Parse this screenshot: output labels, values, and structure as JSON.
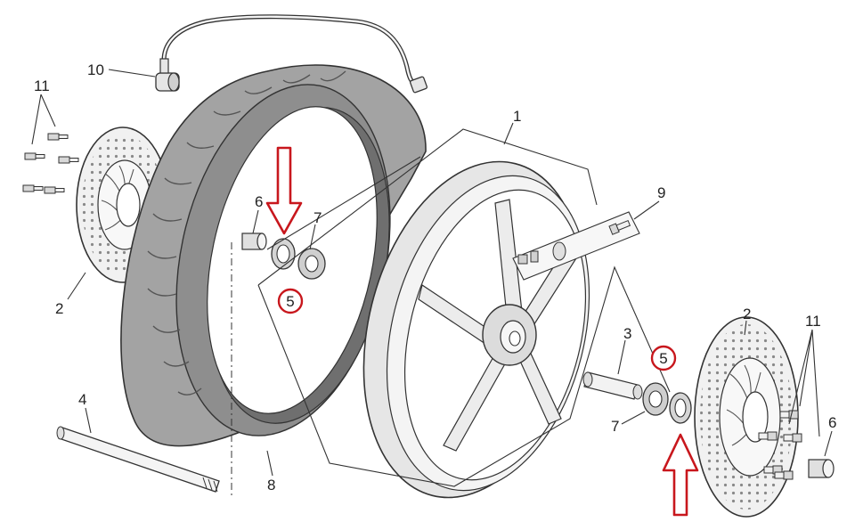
{
  "callouts": {
    "c1": "1",
    "c2_left": "2",
    "c2_right": "2",
    "c3": "3",
    "c4": "4",
    "c5_left": "5",
    "c5_right": "5",
    "c6_left": "6",
    "c6_right": "6",
    "c7_left": "7",
    "c7_right": "7",
    "c8": "8",
    "c9": "9",
    "c10": "10",
    "c11_left": "11",
    "c11_right": "11"
  },
  "colors": {
    "tire_fill": "#a3a3a3",
    "tire_inner": "#6f6f6f",
    "rim_fill": "#e6e6e6",
    "disc_fill": "#f1f1f1",
    "highlight_red": "#c8171d",
    "line": "#333333"
  },
  "icons": [
    "down-arrow-icon",
    "up-arrow-icon",
    "circle-highlight"
  ]
}
